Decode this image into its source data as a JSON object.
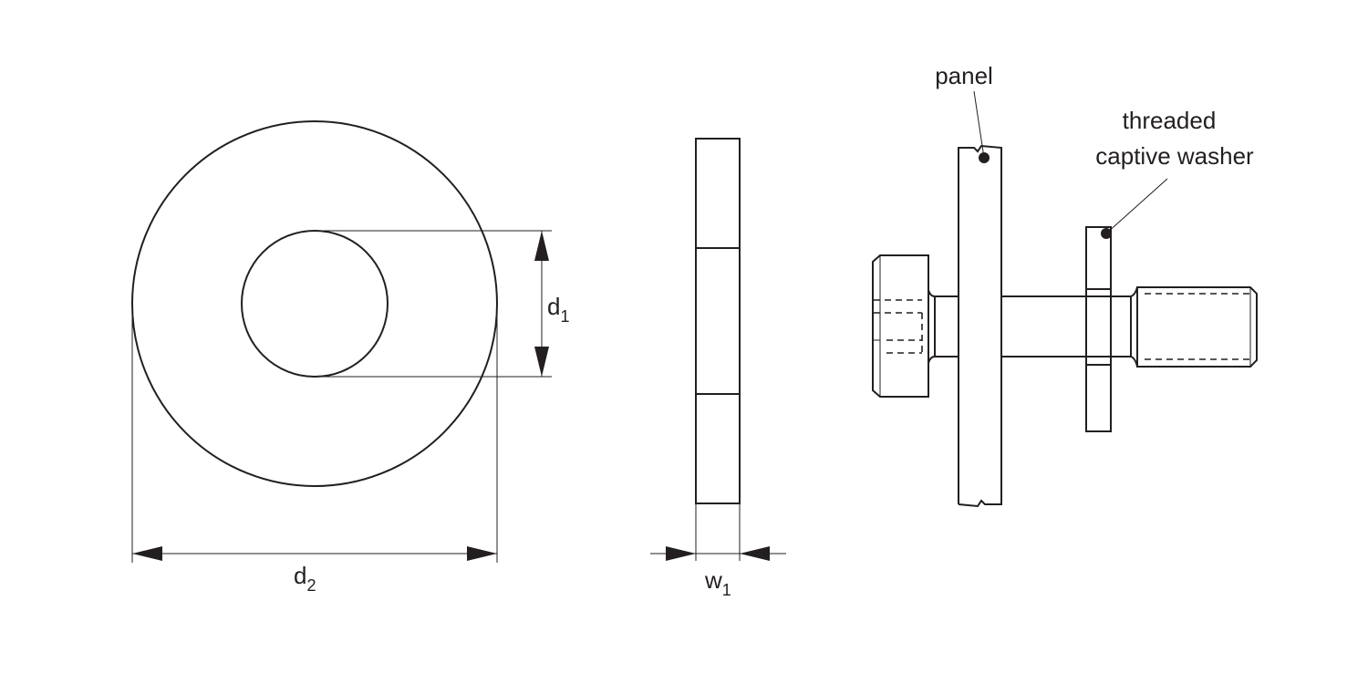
{
  "labels": {
    "d1": {
      "main": "d",
      "sub": "1"
    },
    "d2": {
      "main": "d",
      "sub": "2"
    },
    "w1": {
      "main": "w",
      "sub": "1"
    },
    "panel": "panel",
    "washer_line1": "threaded",
    "washer_line2": "captive washer"
  },
  "colors": {
    "line": "#231f20",
    "background": "#ffffff"
  }
}
